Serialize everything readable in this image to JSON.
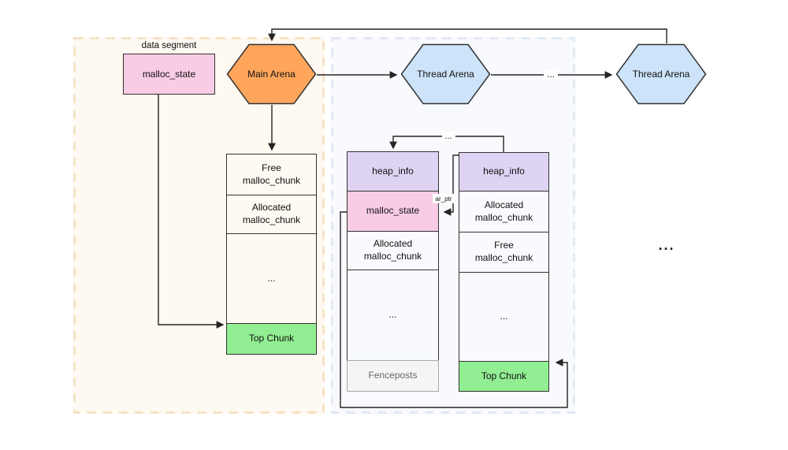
{
  "labels": {
    "data_segment": "data segment",
    "arena_gap_ellipsis": "...",
    "heap_link_ellipsis": "...",
    "more_arenas_ellipsis": "...",
    "ar_ptr": "ar_ptr"
  },
  "nodes": {
    "malloc_state": {
      "label": "malloc_state"
    },
    "main_arena": {
      "label": "Main Arena"
    },
    "thread_arena_1": {
      "label": "Thread Arena"
    },
    "thread_arena_2": {
      "label": "Thread Arena"
    }
  },
  "stacks": {
    "main_heap": {
      "cells": [
        {
          "label": "Free\nmalloc_chunk",
          "kind": "chunk"
        },
        {
          "label": "Allocated\nmalloc_chunk",
          "kind": "chunk"
        },
        {
          "label": "...",
          "kind": "ellipsis"
        },
        {
          "label": "Top Chunk",
          "kind": "top-chunk"
        }
      ]
    },
    "thread_heap_1": {
      "cells": [
        {
          "label": "heap_info",
          "kind": "heap-info"
        },
        {
          "label": "malloc_state",
          "kind": "malloc-state"
        },
        {
          "label": "Allocated\nmalloc_chunk",
          "kind": "chunk"
        },
        {
          "label": "...",
          "kind": "ellipsis"
        },
        {
          "label": "Fenceposts",
          "kind": "fenceposts"
        }
      ]
    },
    "thread_heap_2": {
      "cells": [
        {
          "label": "heap_info",
          "kind": "heap-info"
        },
        {
          "label": "Allocated\nmalloc_chunk",
          "kind": "chunk"
        },
        {
          "label": "Free\nmalloc_chunk",
          "kind": "chunk"
        },
        {
          "label": "...",
          "kind": "ellipsis"
        },
        {
          "label": "Top Chunk",
          "kind": "top-chunk"
        }
      ]
    }
  },
  "colors": {
    "main_arena_fill": "#FFA65C",
    "thread_arena_fill": "#CCE3F9",
    "malloc_state_fill": "#F8CCE4",
    "heap_info_fill": "#DED3F2",
    "top_chunk_fill": "#92EE92",
    "fenceposts_fill": "#F5F5F5",
    "main_region_fill": "#FEF9F1",
    "main_region_border": "#F6E3C5",
    "thread_region_fill": "#F8FAFD",
    "thread_region_border": "#E2E9F3",
    "line": "#242424"
  }
}
